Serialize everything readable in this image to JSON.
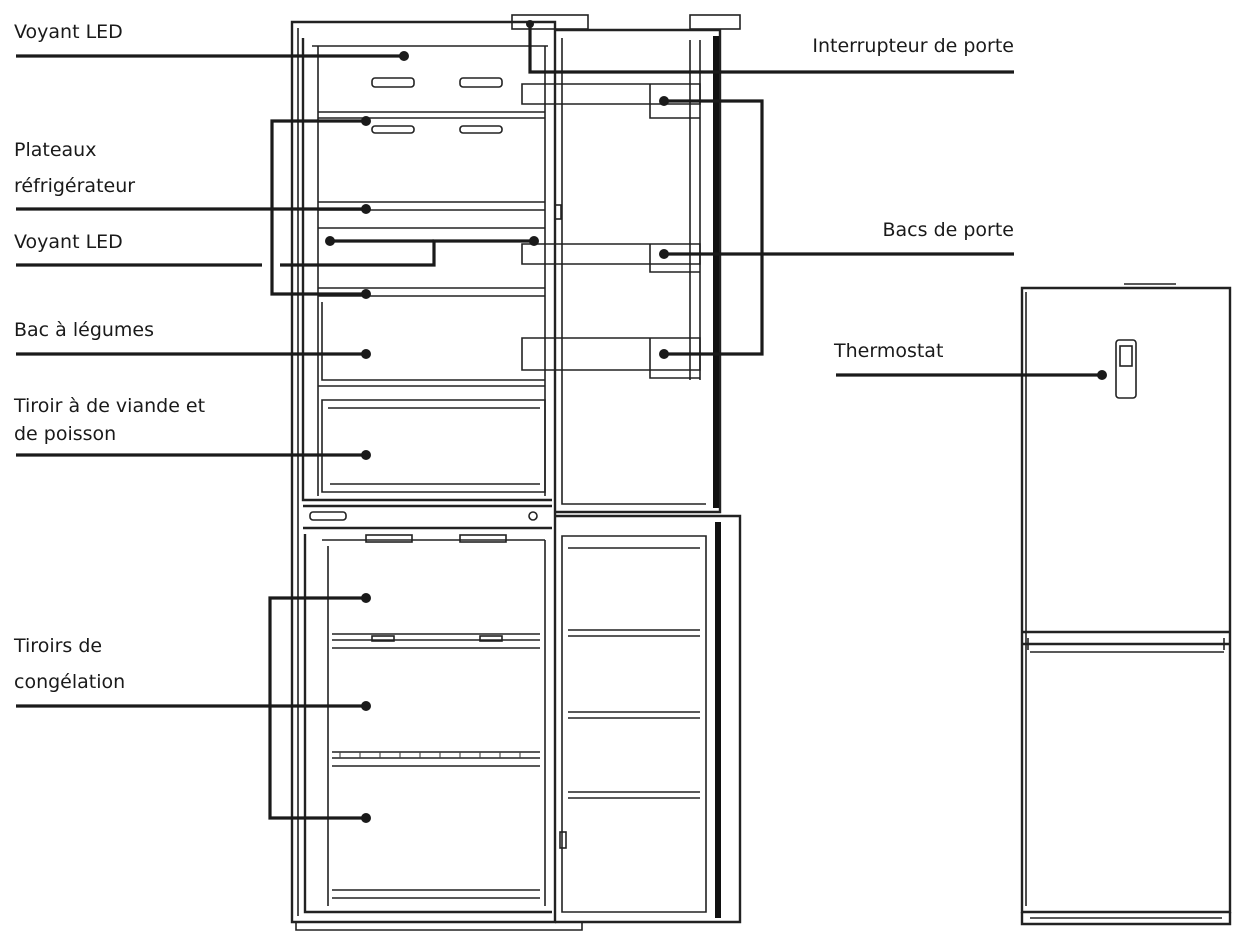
{
  "labels": {
    "voyant_led_top": "Voyant LED",
    "plateaux_line1": "Plateaux",
    "plateaux_line2": "réfrigérateur",
    "voyant_led_mid": "Voyant LED",
    "bac_legumes": "Bac à légumes",
    "tiroir_line1": "Tiroir à de viande et",
    "tiroir_line2": "de poisson",
    "congelation_line1": "Tiroirs de",
    "congelation_line2": "congélation",
    "interrupteur": "Interrupteur de porte",
    "bacs_porte": "Bacs de porte",
    "thermostat": "Thermostat"
  },
  "colors": {
    "ink": "#1a1a1a",
    "background": "#ffffff"
  }
}
